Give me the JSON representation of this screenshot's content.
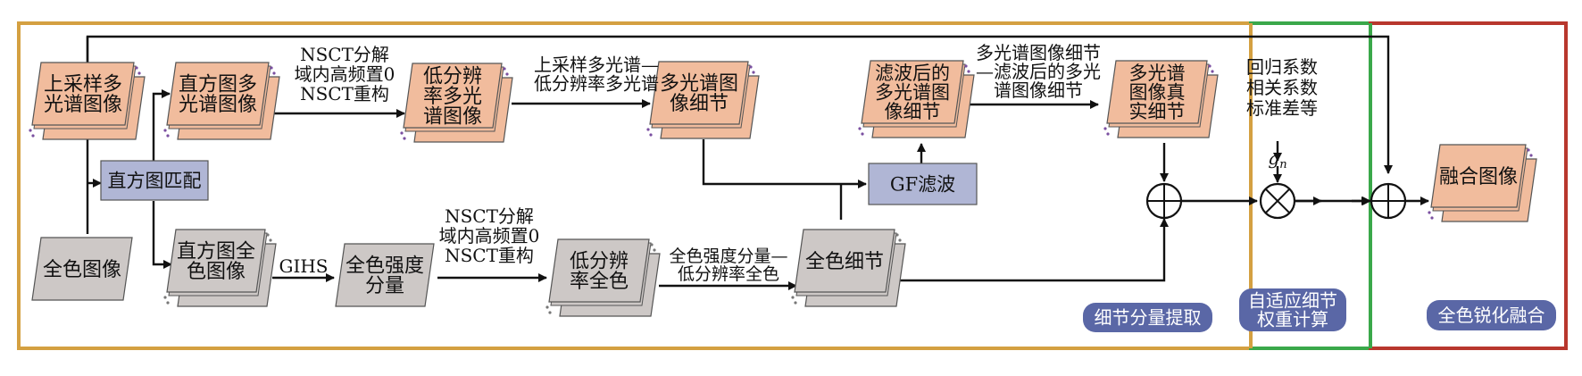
{
  "colors": {
    "stage1_border": "#d4a041",
    "stage2_border": "#3aa84a",
    "stage3_border": "#b8372d",
    "ms_fill": "#f1bc9d",
    "pan_fill": "#cdc8c6",
    "process_fill": "#b0b6d5",
    "badge_fill": "#5a67a6"
  },
  "stages": [
    {
      "label": "细节分量提取"
    },
    {
      "label": [
        "自适应细节",
        "权重计算"
      ]
    },
    {
      "label": "全色锐化融合"
    }
  ],
  "nodes": {
    "upsampled_ms": {
      "lines": [
        "上采样多",
        "光谱图像"
      ]
    },
    "pan_image": {
      "lines": [
        "全色图像"
      ]
    },
    "hist_match": {
      "lines": [
        "直方图匹配"
      ]
    },
    "hist_ms": {
      "lines": [
        "直方图多",
        "光谱图像"
      ]
    },
    "hist_pan": {
      "lines": [
        "直方图全",
        "色图像"
      ]
    },
    "pan_intensity": {
      "lines": [
        "全色强度",
        "分量"
      ]
    },
    "lowres_ms": {
      "lines": [
        "低分辨",
        "率多光",
        "谱图像"
      ]
    },
    "lowres_pan": {
      "lines": [
        "低分辨",
        "率全色"
      ]
    },
    "ms_detail": {
      "lines": [
        "多光谱图",
        "像细节"
      ]
    },
    "pan_detail": {
      "lines": [
        "全色细节"
      ]
    },
    "gf_filter": {
      "lines": [
        "GF滤波"
      ]
    },
    "filtered_ms_detail": {
      "lines": [
        "滤波后的",
        "多光谱图",
        "像细节"
      ]
    },
    "ms_true_detail": {
      "lines": [
        "多光谱",
        "图像真",
        "实细节"
      ]
    },
    "fused_image": {
      "lines": [
        "融合图像"
      ]
    }
  },
  "edge_labels": {
    "nsct_top": [
      "NSCT分解",
      "域内高频置0",
      "NSCT重构"
    ],
    "ms_diff": [
      "上采样多光谱—",
      "低分辨率多光谱"
    ],
    "nsct_bottom": [
      "NSCT分解",
      "域内高频置0",
      "NSCT重构"
    ],
    "gihs": [
      "GIHS"
    ],
    "pan_diff": [
      "全色强度分量—",
      "低分辨率全色"
    ],
    "filtered_diff": [
      "多光谱图像细节",
      "—滤波后的多光",
      "谱图像细节"
    ],
    "stats": [
      "回归系数",
      "相关系数",
      "标准差等"
    ],
    "gain": "g",
    "gain_sub": "n"
  },
  "operators": {
    "add1": "plus",
    "mult": "times",
    "add2": "plus"
  }
}
